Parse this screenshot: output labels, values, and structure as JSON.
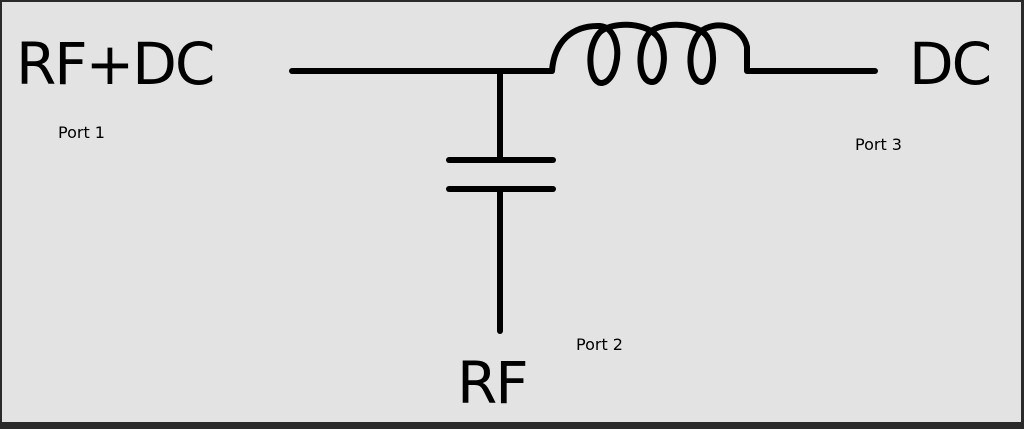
{
  "diagram": {
    "type": "bias-tee schematic",
    "labels": {
      "left_terminal": "RF+DC",
      "right_terminal": "DC",
      "bottom_terminal": "RF",
      "port1": "Port 1",
      "port2": "Port 2",
      "port3": "Port 3"
    },
    "components": [
      {
        "name": "inductor",
        "turns": 3,
        "between": [
          "junction",
          "Port 3"
        ]
      },
      {
        "name": "capacitor",
        "between": [
          "junction",
          "Port 2"
        ]
      }
    ],
    "colors": {
      "background": "#e3e3e3",
      "frame": "#2a2a2a",
      "stroke": "#000000"
    }
  }
}
